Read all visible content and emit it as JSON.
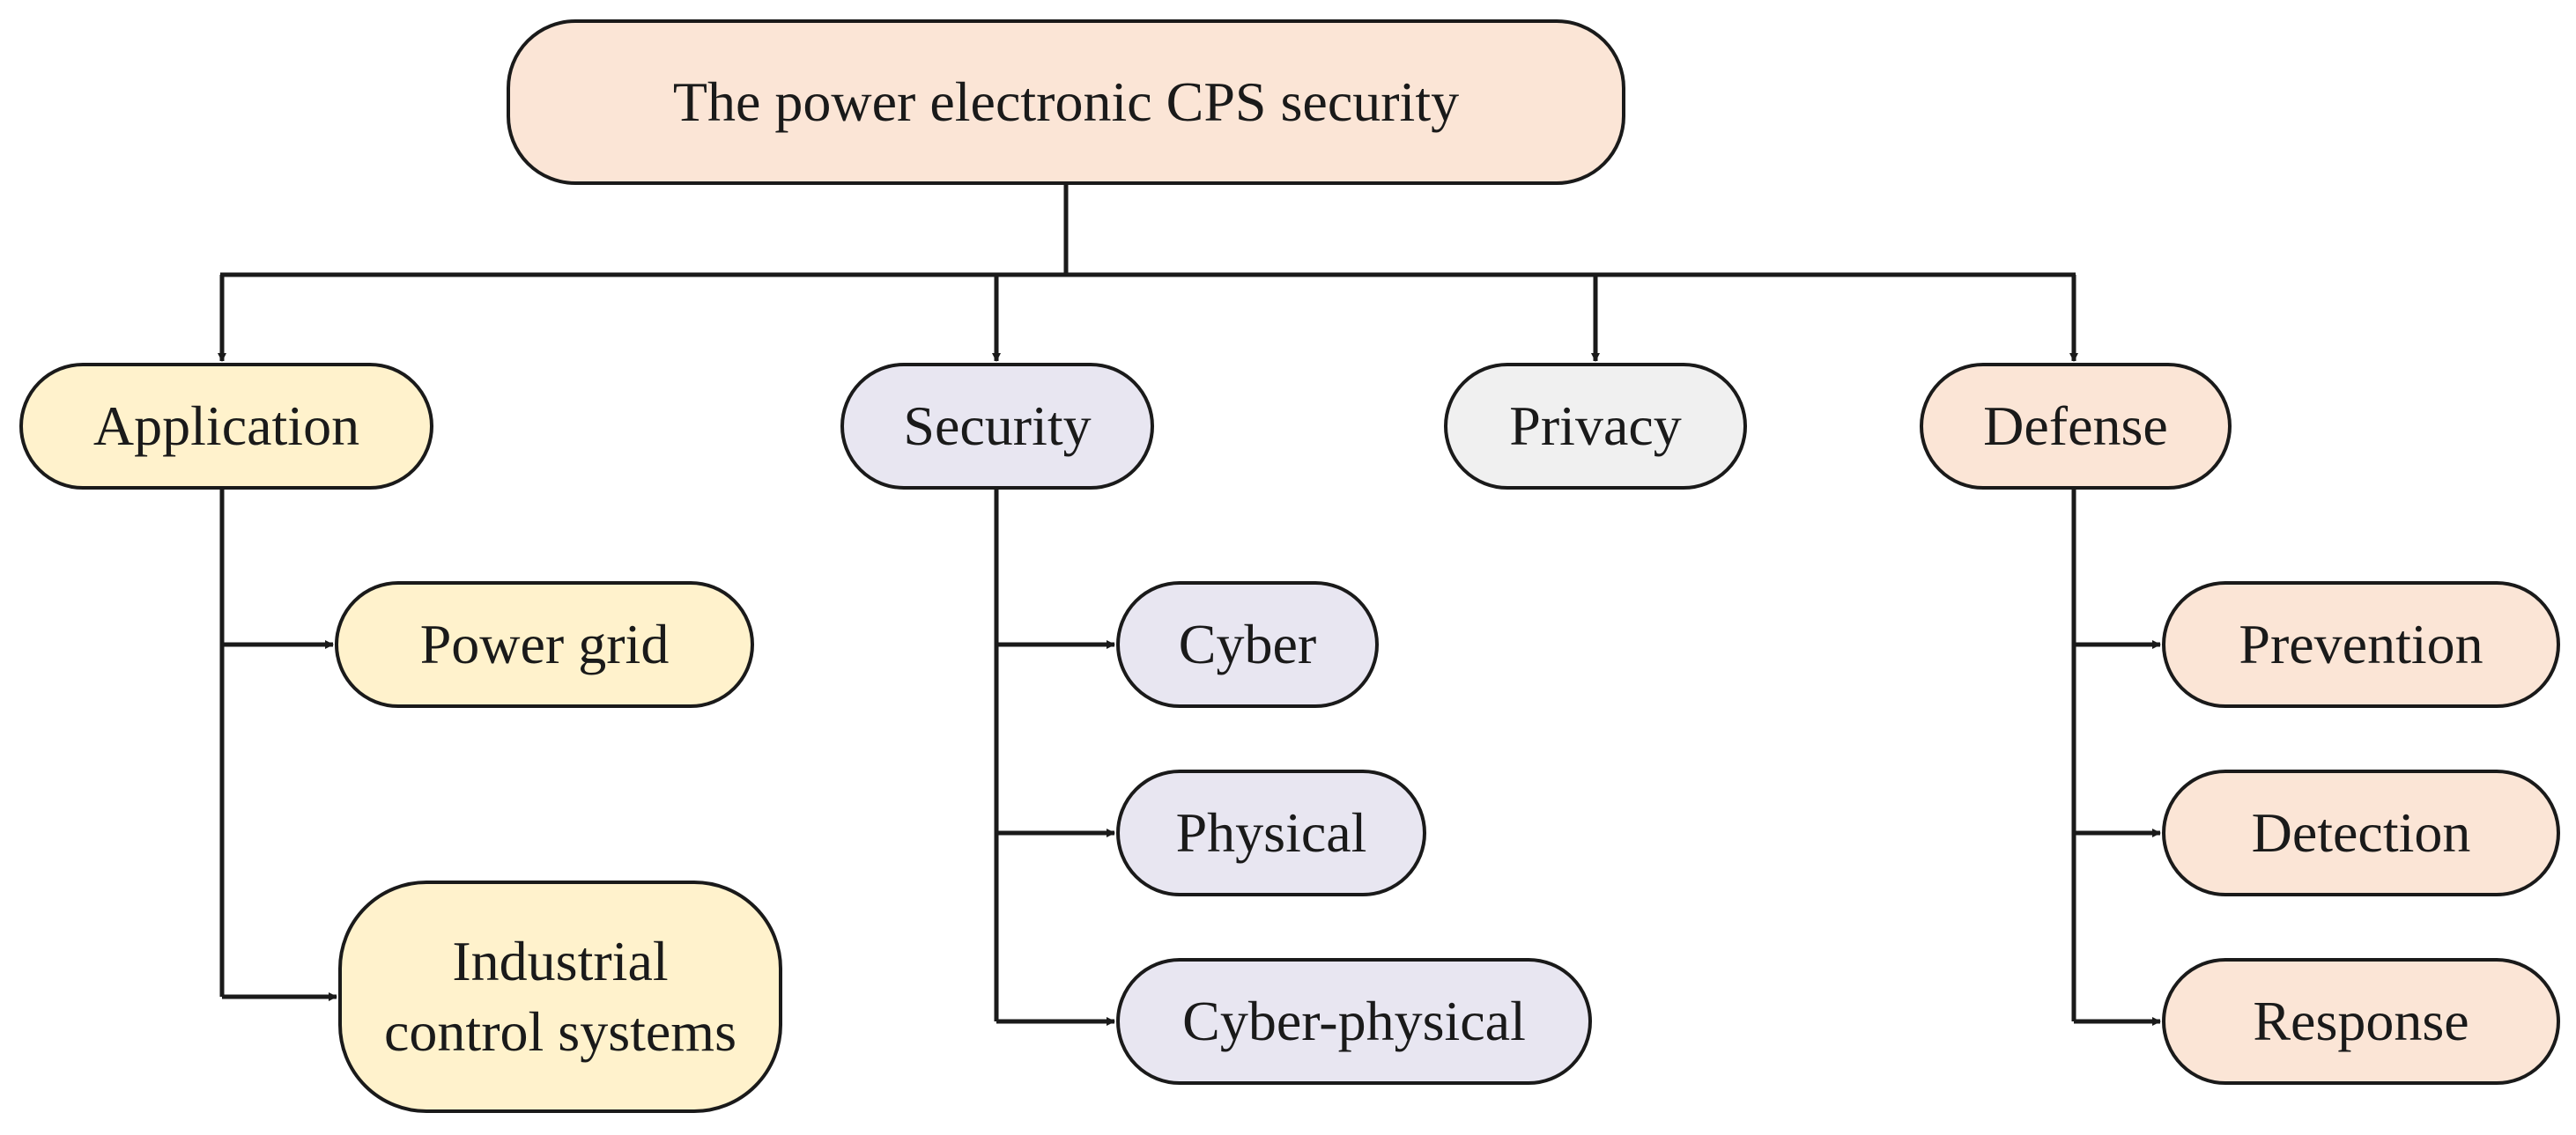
{
  "colors": {
    "root_fill": "#fbe5d6",
    "application_fill": "#fff2cc",
    "security_fill": "#e8e6f1",
    "privacy_fill": "#f0f0f0",
    "defense_fill": "#fbe5d6",
    "stroke": "#1a1a1a"
  },
  "root": {
    "label": "The power electronic CPS security"
  },
  "categories": {
    "application": {
      "label": "Application",
      "children": [
        {
          "label": "Power grid"
        },
        {
          "label_line1": "Industrial",
          "label_line2": "control systems"
        }
      ]
    },
    "security": {
      "label": "Security",
      "children": [
        {
          "label": "Cyber"
        },
        {
          "label": "Physical"
        },
        {
          "label": "Cyber-physical"
        }
      ]
    },
    "privacy": {
      "label": "Privacy"
    },
    "defense": {
      "label": "Defense",
      "children": [
        {
          "label": "Prevention"
        },
        {
          "label": "Detection"
        },
        {
          "label": "Response"
        }
      ]
    }
  }
}
